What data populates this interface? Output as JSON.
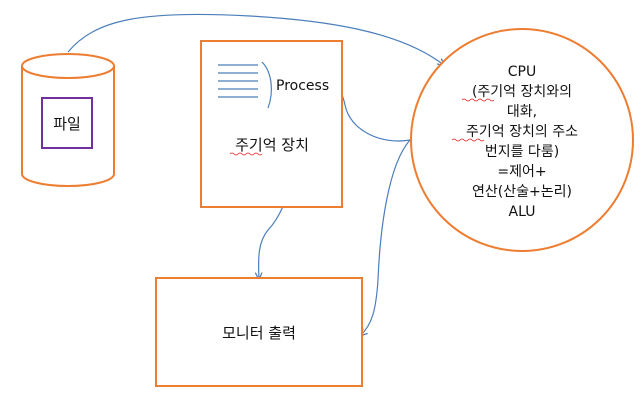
{
  "file_label": "파일",
  "memory": {
    "label": "주기억 장치",
    "process_label": "Process"
  },
  "monitor_label": "모니터 출력",
  "cpu": {
    "lines": [
      "CPU",
      "(주기억 장치와의",
      "대화,",
      "주기억 장치의 주소",
      "번지를 다룸)",
      "=제어+",
      "연산(산술+논리)",
      "ALU"
    ]
  },
  "colors": {
    "shape_outline": "#ed7d31",
    "file_box_outline": "#7030a0",
    "connector": "#4a7ebb"
  }
}
